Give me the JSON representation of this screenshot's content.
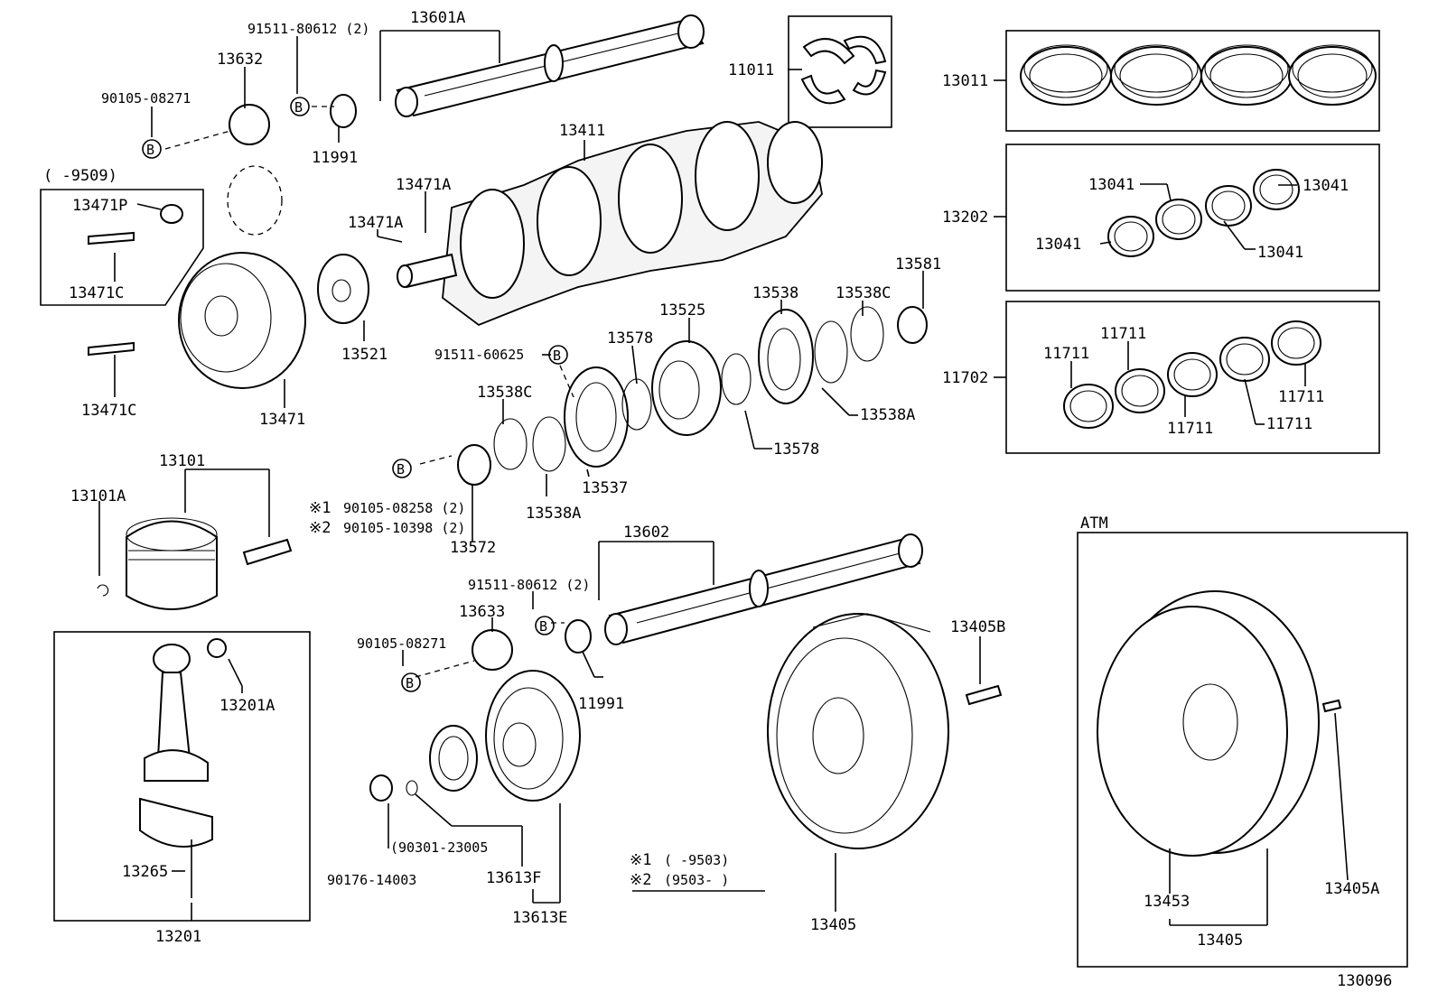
{
  "diagram_id": "130096",
  "note": {
    "mark1": "※1",
    "mark1_range": "(     -9503)",
    "mark2": "※2",
    "mark2_range": "(9503-      )"
  },
  "atm_label": "ATM",
  "inset_range": "(     -9509)",
  "parts": {
    "p13601A": "13601A",
    "p91511_80612_a": "91511-80612 (2)",
    "p13632": "13632",
    "p90105_08271_a": "90105-08271",
    "p11991_a": "11991",
    "p11011": "11011",
    "p13011": "13011",
    "p13411": "13411",
    "p13471A_a": "13471A",
    "p13471A_b": "13471A",
    "p13471P": "13471P",
    "p13471C_a": "13471C",
    "p13471C_b": "13471C",
    "p13471": "13471",
    "p13521": "13521",
    "p13202": "13202",
    "p13041_a": "13041",
    "p13041_b": "13041",
    "p13041_c": "13041",
    "p13041_d": "13041",
    "p11702": "11702",
    "p11711_a": "11711",
    "p11711_b": "11711",
    "p11711_c": "11711",
    "p11711_d": "11711",
    "p11711_e": "11711",
    "p13538": "13538",
    "p13538C_a": "13538C",
    "p13581": "13581",
    "p13525": "13525",
    "p13578_a": "13578",
    "p91511_60625": "91511-60625",
    "p13538C_b": "13538C",
    "p13538A_a": "13538A",
    "p13578_b": "13578",
    "p13537": "13537",
    "p13538A_b": "13538A",
    "p13101": "13101",
    "p13101A": "13101A",
    "p90105_08258": "90105-08258 (2)",
    "p90105_10398": "90105-10398 (2)",
    "p13572": "13572",
    "p13602": "13602",
    "p91511_80612_b": "91511-80612 (2)",
    "p13633": "13633",
    "p90105_08271_b": "90105-08271",
    "p11991_b": "11991",
    "p13405B": "13405B",
    "p13201A": "13201A",
    "p13265": "13265",
    "p13201": "13201",
    "p90301_23005": "(90301-23005",
    "p90176_14003": "90176-14003",
    "p13613F": "13613F",
    "p13613E": "13613E",
    "p13405_a": "13405",
    "p13453": "13453",
    "p13405A": "13405A",
    "p13405_b": "13405"
  },
  "marks": {
    "bolt_symbol": "B",
    "ref1": "※1",
    "ref2": "※2"
  }
}
